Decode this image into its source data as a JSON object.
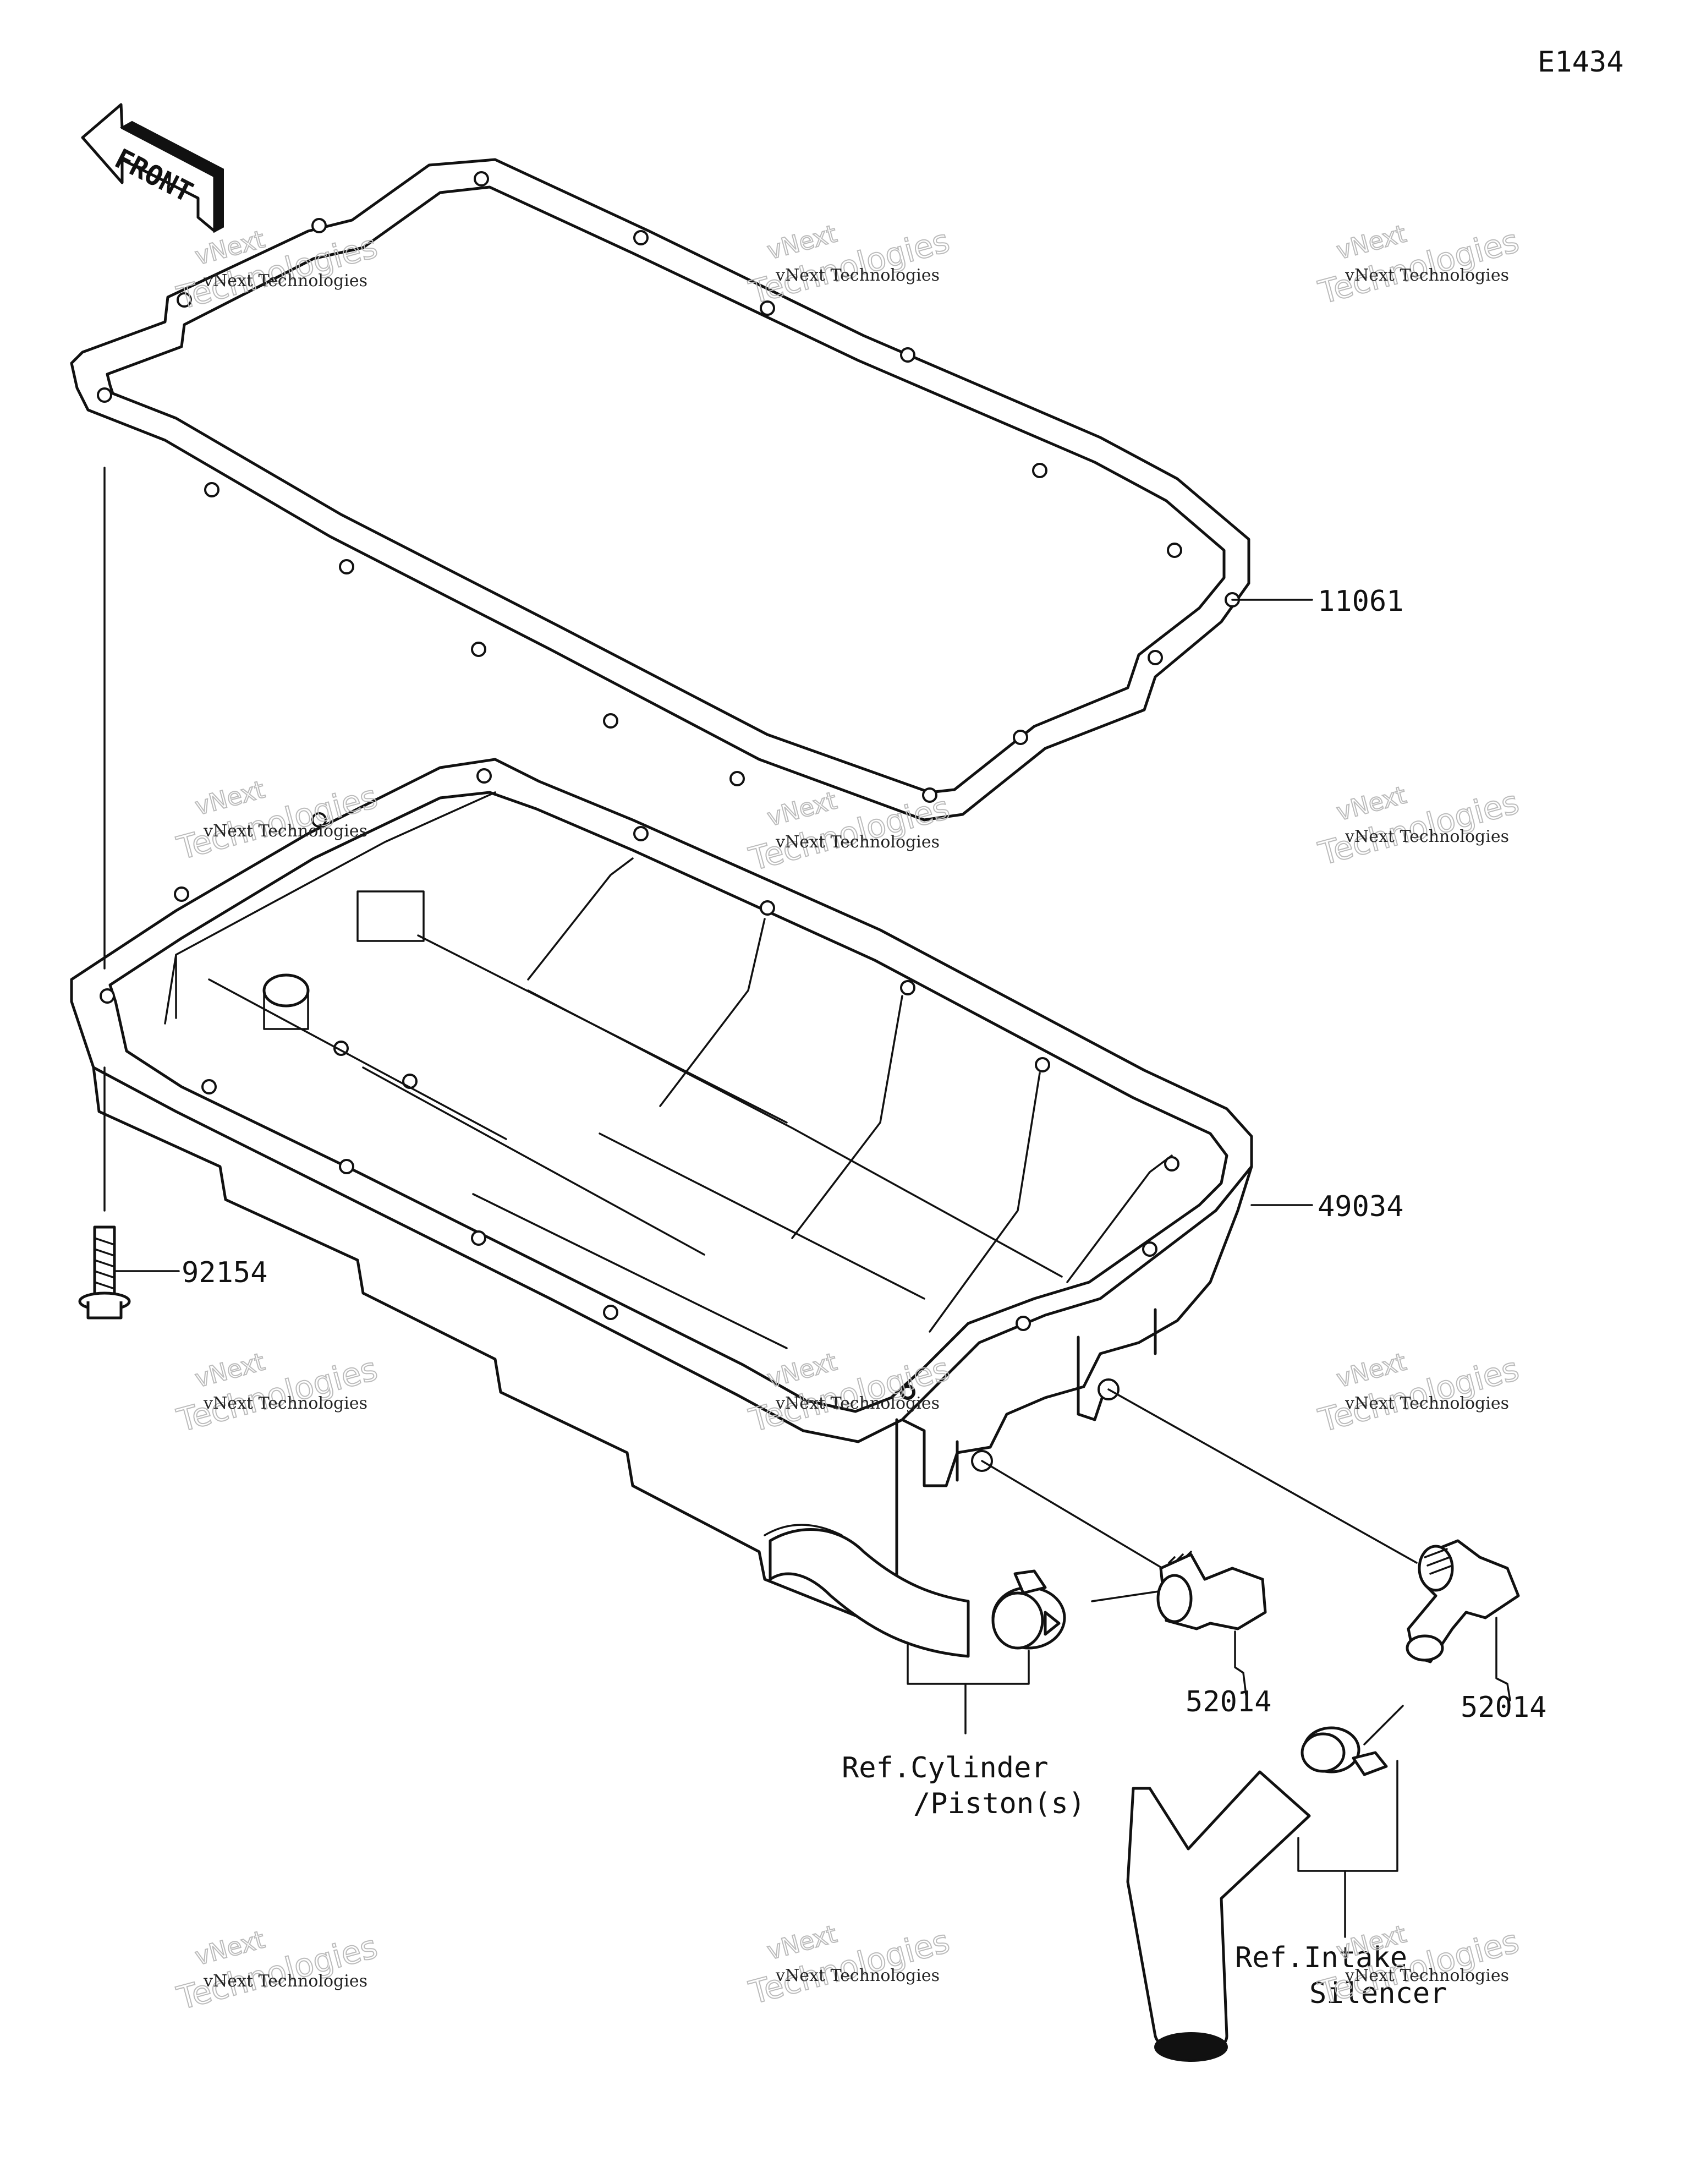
{
  "diagram_code": "E1434",
  "front_label": "FRONT",
  "callouts": {
    "gasket": "11061",
    "oil_pan": "49034",
    "bolt": "92154",
    "fitting_left": "52014",
    "fitting_right": "52014"
  },
  "references": {
    "cylinder_line1": "Ref.Cylinder",
    "cylinder_line2": "/Piston(s)",
    "intake_line1": "Ref.Intake",
    "intake_line2": "Silencer"
  },
  "watermark": {
    "company": "vNext Technologies",
    "line1": "vNext",
    "line2": "Technologies"
  }
}
